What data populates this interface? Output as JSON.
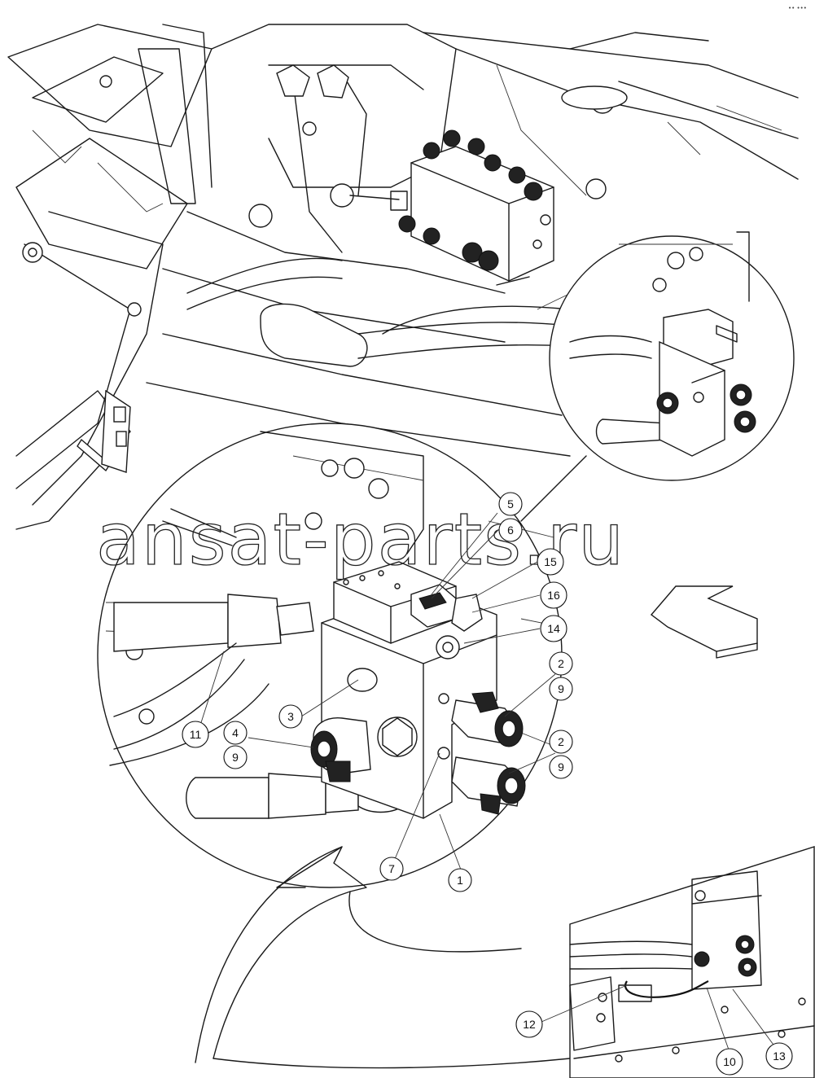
{
  "watermark": "ansat-parts.ru",
  "corner_mark": "•• •••",
  "callouts": [
    {
      "id": "c5",
      "label": "5"
    },
    {
      "id": "c6",
      "label": "6"
    },
    {
      "id": "c15",
      "label": "15"
    },
    {
      "id": "c16",
      "label": "16"
    },
    {
      "id": "c14",
      "label": "14"
    },
    {
      "id": "c2a",
      "label": "2"
    },
    {
      "id": "c9a",
      "label": "9"
    },
    {
      "id": "c2b",
      "label": "2"
    },
    {
      "id": "c9b",
      "label": "9"
    },
    {
      "id": "c3",
      "label": "3"
    },
    {
      "id": "c11",
      "label": "11"
    },
    {
      "id": "c4",
      "label": "4"
    },
    {
      "id": "c9c",
      "label": "9"
    },
    {
      "id": "c7",
      "label": "7"
    },
    {
      "id": "c1",
      "label": "1"
    },
    {
      "id": "c12",
      "label": "12"
    },
    {
      "id": "c10",
      "label": "10"
    },
    {
      "id": "c13",
      "label": "13"
    }
  ]
}
